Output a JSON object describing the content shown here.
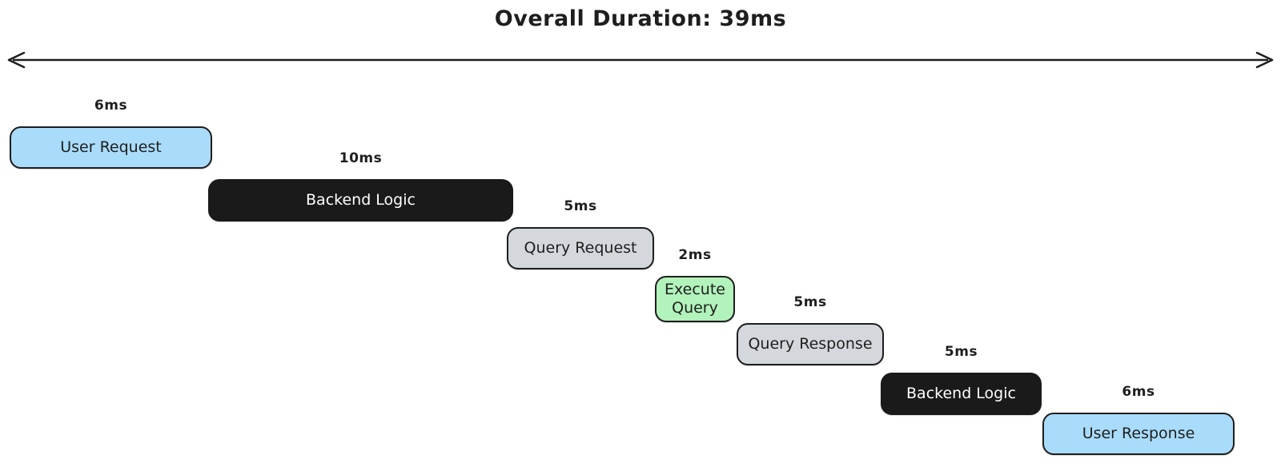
{
  "title": "Overall Duration: 39ms",
  "total_ms": 39,
  "arrow": {
    "icon": "double-headed-arrow"
  },
  "colors": {
    "background": "#ffffff",
    "stroke": "#1e1e1e",
    "blue": "#a9dcfa",
    "black": "#1a1a1a",
    "gray": "#d4d7db",
    "green": "#b2f2bb"
  },
  "segments": [
    {
      "label": "User Request",
      "duration": "6ms",
      "duration_ms": 6,
      "color": "blue"
    },
    {
      "label": "Backend Logic",
      "duration": "10ms",
      "duration_ms": 10,
      "color": "black"
    },
    {
      "label": "Query Request",
      "duration": "5ms",
      "duration_ms": 5,
      "color": "gray"
    },
    {
      "label": "Execute Query",
      "duration": "2ms",
      "duration_ms": 2,
      "color": "green"
    },
    {
      "label": "Query Response",
      "duration": "5ms",
      "duration_ms": 5,
      "color": "gray"
    },
    {
      "label": "Backend Logic",
      "duration": "5ms",
      "duration_ms": 5,
      "color": "black"
    },
    {
      "label": "User Response",
      "duration": "6ms",
      "duration_ms": 6,
      "color": "blue"
    }
  ]
}
